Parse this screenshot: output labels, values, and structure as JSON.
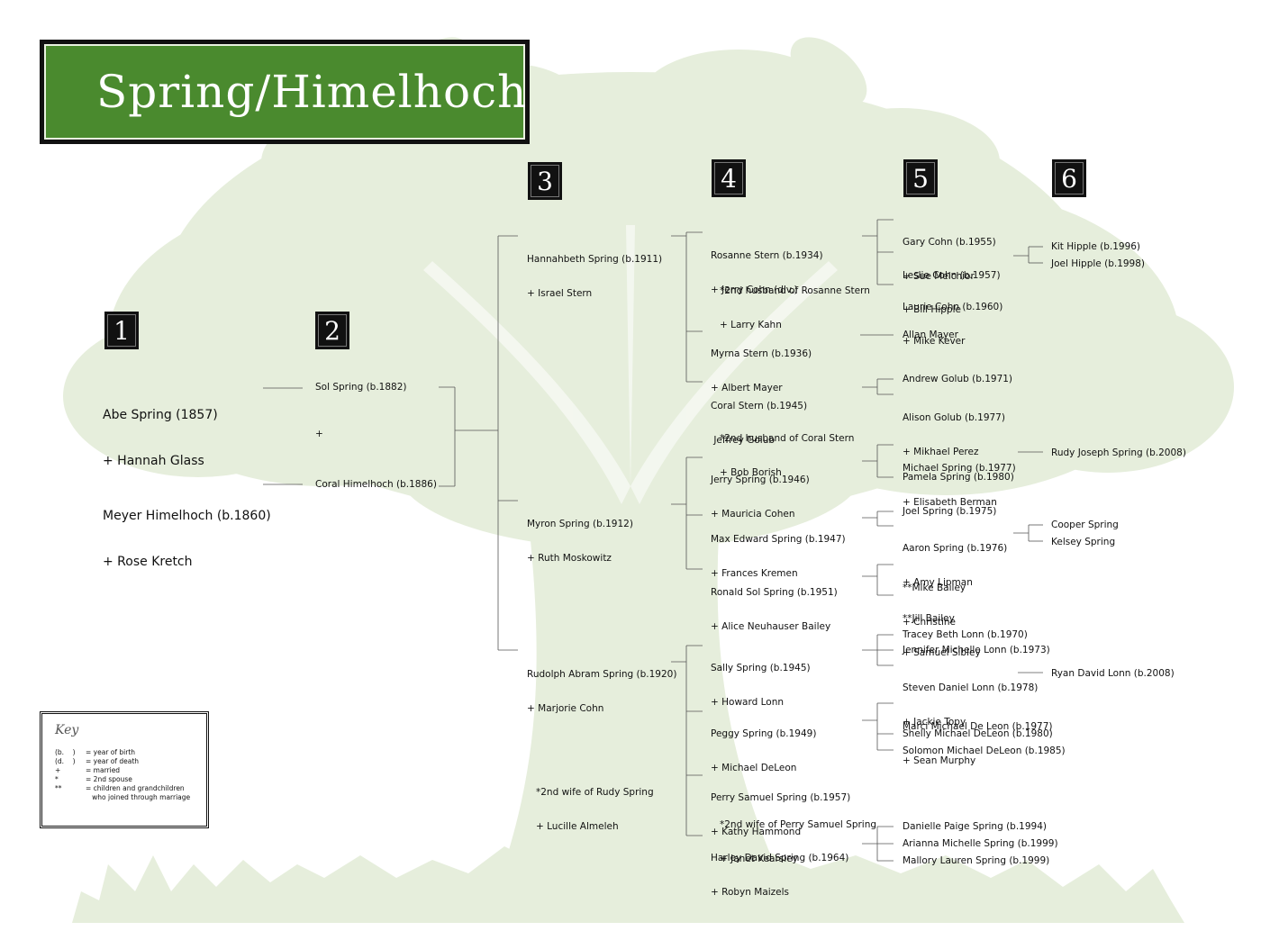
{
  "title": "Spring/Himelhoch",
  "generations": [
    "1",
    "2",
    "3",
    "4",
    "5",
    "6"
  ],
  "gen1": {
    "abe": [
      "Abe Spring (1857)",
      "+ Hannah Glass"
    ],
    "meyer": [
      "Meyer Himelhoch (b.1860)",
      "+ Rose Kretch"
    ]
  },
  "gen2": {
    "sol": "Sol Spring (b.1882)",
    "plus": "+",
    "coral": "Coral Himelhoch (b.1886)"
  },
  "gen3": {
    "hannahbeth": [
      "Hannahbeth Spring (b.1911)",
      "+ Israel Stern"
    ],
    "myron": [
      "Myron Spring (b.1912)",
      "+ Ruth Moskowitz"
    ],
    "rudolph": [
      "Rudolph Abram Spring (b.1920)",
      "+ Marjorie Cohn"
    ],
    "rudy_second": [
      "*2nd wife of Rudy Spring",
      "+ Lucille Almeleh"
    ]
  },
  "gen4": {
    "rosanne": [
      "Rosanne Stern (b.1934)",
      "+ Jerry Cohn (div.)"
    ],
    "rosanne_second": [
      "*2nd husband of Rosanne Stern",
      "+ Larry Kahn"
    ],
    "myrna": [
      "Myrna Stern (b.1936)",
      "+ Albert Mayer"
    ],
    "coral": [
      "Coral Stern (b.1945)",
      " Jeffrey Golub"
    ],
    "coral_second": [
      "*2nd husband of Coral Stern",
      "+ Bob Borish"
    ],
    "jerry": [
      "Jerry Spring (b.1946)",
      "+ Mauricia Cohen"
    ],
    "max": [
      "Max Edward Spring (b.1947)",
      "+ Frances Kremen"
    ],
    "ronald": [
      "Ronald Sol Spring (b.1951)",
      "+ Alice Neuhauser Bailey"
    ],
    "sally": [
      "Sally Spring (b.1945)",
      "+ Howard Lonn"
    ],
    "peggy": [
      "Peggy Spring (b.1949)",
      "+ Michael DeLeon"
    ],
    "perry": [
      "Perry Samuel Spring (b.1957)",
      "+ Kathy Hammond"
    ],
    "perry_second": [
      "*2nd wife of Perry Samuel Spring",
      "+ Janet Kearsley"
    ],
    "harley": [
      "Harley David Spring (b.1964)",
      "+ Robyn Maizels"
    ]
  },
  "gen5": {
    "gary": [
      "Gary Cohn (b.1955)",
      "+ Sue Melchior"
    ],
    "leslie": [
      "Leslie Cohn (b.1957)",
      "+ Bill Hipple"
    ],
    "laurie": [
      "Laurie Cohn (b.1960)",
      "+ Mike Kever"
    ],
    "allan": "Allan Mayer",
    "andrew": "Andrew Golub (b.1971)",
    "alison": [
      "Alison Golub (b.1977)",
      "+ Mikhael Perez"
    ],
    "michael": [
      "Michael Spring (b.1977)",
      "+ Elisabeth Berman"
    ],
    "pamela": "Pamela Spring (b.1980)",
    "joel": "Joel Spring (b.1975)",
    "aaron": [
      "Aaron Spring (b.1976)",
      "+ Amy Lipman"
    ],
    "mike_bailey": [
      "**Mike Bailey",
      "+ Christine"
    ],
    "jill_bailey": [
      "**Jill Bailey",
      "+ Samuel Sibley"
    ],
    "tracey": "Tracey Beth Lonn (b.1970)",
    "jennifer": "Jennifer Michelle Lonn (b.1973)",
    "steven": [
      "Steven Daniel Lonn (b.1978)",
      "+ Jackie Topy"
    ],
    "marci": [
      "Marci Michael De Leon (b.1977)",
      "+ Sean Murphy"
    ],
    "shelly": "Shelly Michael DeLeon (b.1980)",
    "solomon": "Solomon Michael DeLeon (b.1985)",
    "danielle": "Danielle Paige Spring (b.1994)",
    "arianna": "Arianna Michelle Spring (b.1999)",
    "mallory": "Mallory Lauren Spring (b.1999)"
  },
  "gen6": {
    "kit": "Kit Hipple (b.1996)",
    "joel_hipple": "Joel Hipple (b.1998)",
    "rudy_joseph": "Rudy Joseph Spring (b.2008)",
    "cooper": "Cooper Spring",
    "kelsey": "Kelsey Spring",
    "ryan": "Ryan David Lonn (b.2008)"
  },
  "key": {
    "title": "Key",
    "rows": [
      {
        "sym": "(b.    )",
        "text": "= year of birth"
      },
      {
        "sym": "(d.    )",
        "text": "= year of death"
      },
      {
        "sym": "+",
        "text": "= married"
      },
      {
        "sym": "*",
        "text": "= 2nd spouse"
      },
      {
        "sym": "**",
        "text": "= children and grandchildren"
      },
      {
        "sym": "",
        "text": "   who joined through marriage"
      }
    ]
  },
  "colors": {
    "title_bg": "#4a8a2e",
    "tree": "#e6eedc",
    "line": "#555555"
  }
}
